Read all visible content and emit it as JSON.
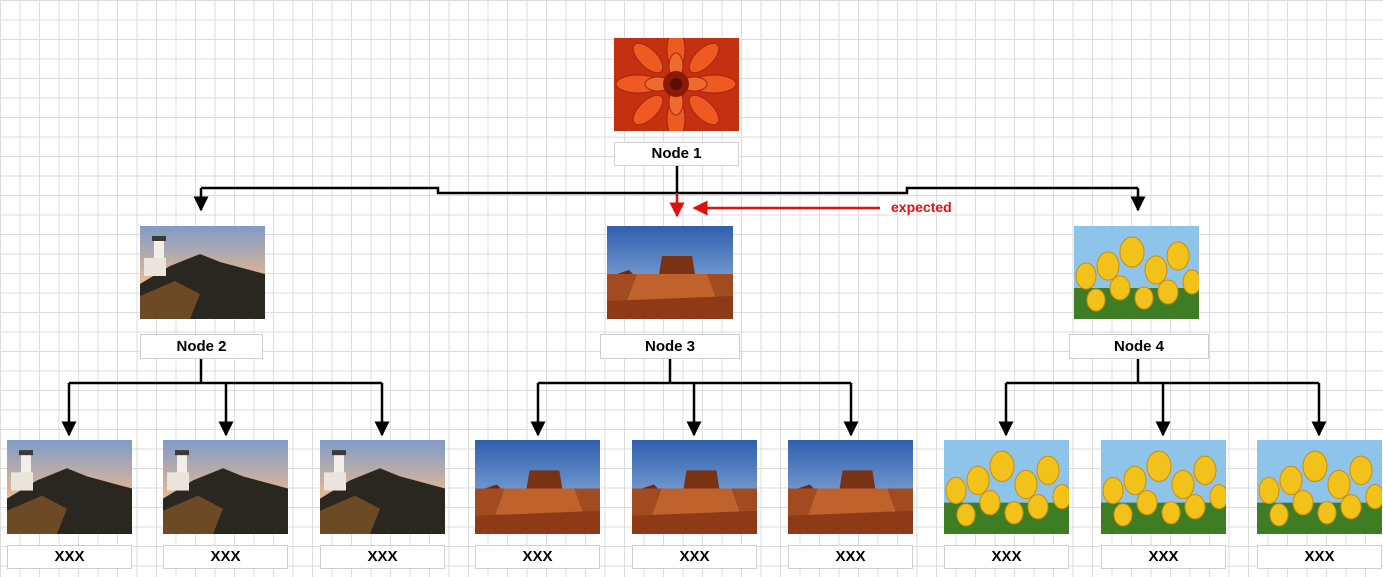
{
  "root": {
    "label": "Node 1",
    "image": "flower-photo"
  },
  "children": [
    {
      "label": "Node 2",
      "image": "lighthouse-photo",
      "leaves": [
        {
          "label": "XXX",
          "image": "lighthouse-photo"
        },
        {
          "label": "XXX",
          "image": "lighthouse-photo"
        },
        {
          "label": "XXX",
          "image": "lighthouse-photo"
        }
      ]
    },
    {
      "label": "Node 3",
      "image": "desert-photo",
      "leaves": [
        {
          "label": "XXX",
          "image": "desert-photo"
        },
        {
          "label": "XXX",
          "image": "desert-photo"
        },
        {
          "label": "XXX",
          "image": "desert-photo"
        }
      ]
    },
    {
      "label": "Node 4",
      "image": "tulips-photo",
      "leaves": [
        {
          "label": "XXX",
          "image": "tulips-photo"
        },
        {
          "label": "XXX",
          "image": "tulips-photo"
        },
        {
          "label": "XXX",
          "image": "tulips-photo"
        }
      ]
    }
  ],
  "annotation": {
    "text": "expected",
    "color": "#e01010"
  },
  "colors": {
    "connector": "#000000",
    "highlight": "#e01010"
  }
}
